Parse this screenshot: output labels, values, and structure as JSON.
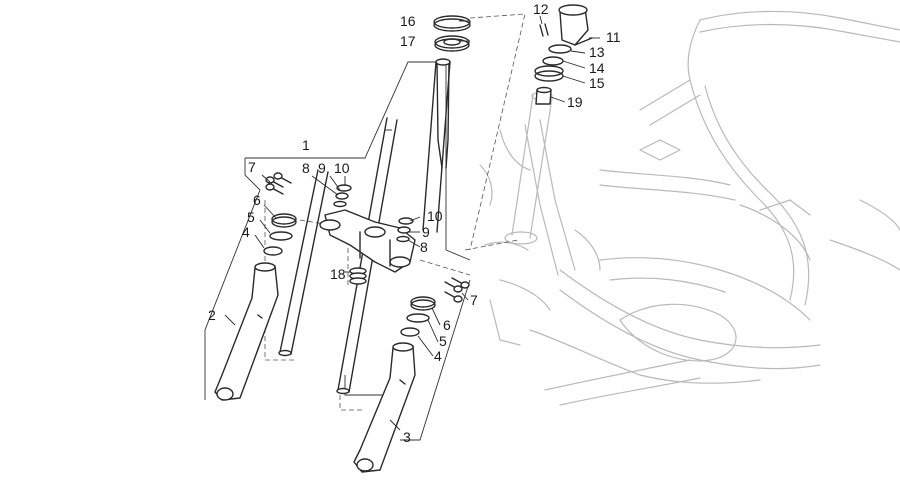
{
  "diagram": {
    "callouts": [
      "1",
      "2",
      "3",
      "4",
      "5",
      "6",
      "7",
      "8",
      "9",
      "10",
      "11",
      "12",
      "13",
      "14",
      "15",
      "16",
      "17",
      "18",
      "19"
    ],
    "callouts_repeat": [
      "4",
      "5",
      "6",
      "7",
      "8",
      "9",
      "10"
    ]
  },
  "colors": {
    "line": "#2a2a2a",
    "frame": "#b9b9b9",
    "background": "#ffffff"
  }
}
